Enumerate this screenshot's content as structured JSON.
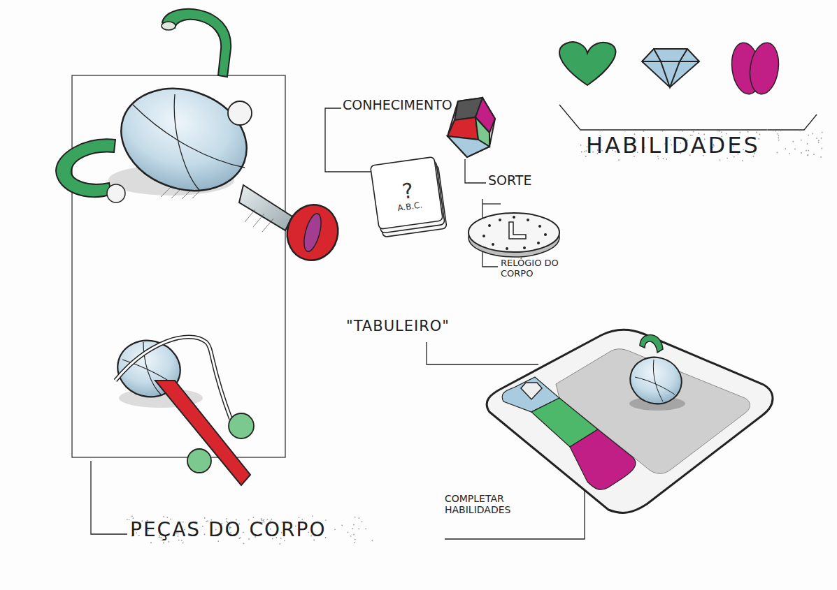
{
  "diagram": {
    "nodes": [
      {
        "text": [
          "?",
          "A.B.C."
        ]
      }
    ],
    "labels": [
      "CONHECIMENTO",
      "SORTE",
      "RELÓGIO DO CORPO",
      "HABILIDADES",
      "\"TABULEIRO\"",
      "COMPLETAR HABILIDADES",
      "PEÇAS DO CORPO"
    ]
  }
}
